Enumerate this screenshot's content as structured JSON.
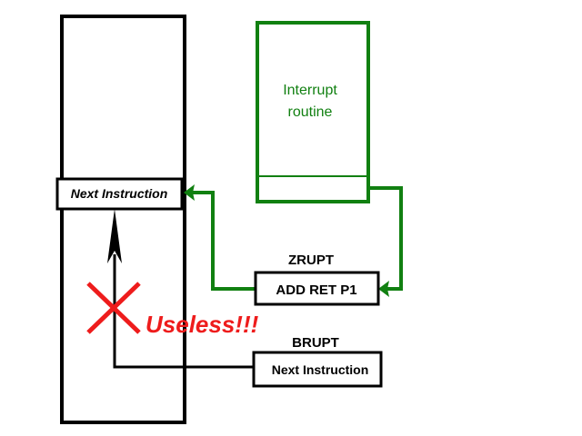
{
  "colors": {
    "green": "#118011",
    "black": "#000000",
    "red": "#ee1c1c"
  },
  "memory": {
    "next_instruction": "Next Instruction"
  },
  "interrupt": {
    "line1": "Interrupt",
    "line2": "routine"
  },
  "zrupt": {
    "label": "ZRUPT",
    "instruction": "ADD RET P1"
  },
  "brupt": {
    "label": "BRUPT",
    "instruction": "Next Instruction"
  },
  "annotation": {
    "text": "Useless!!!",
    "icon": "cross-icon"
  }
}
